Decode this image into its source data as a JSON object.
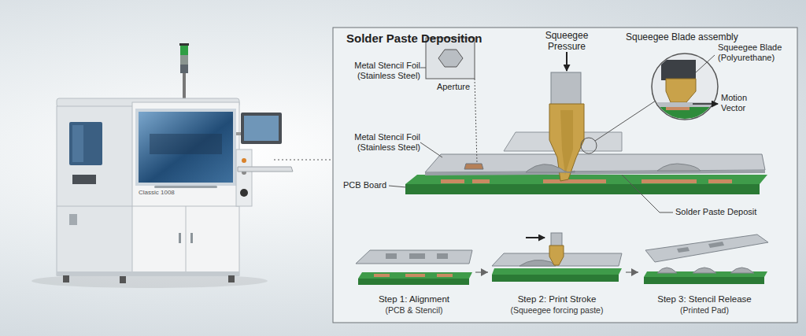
{
  "diagram": {
    "title": "Solder Paste Deposition",
    "nodes": [
      {
        "text": [
          "Step 1: Alignment",
          "(PCB & Stencil)"
        ]
      },
      {
        "text": [
          "Step 2: Print Stroke",
          "(Squeegee forcing paste)"
        ]
      },
      {
        "text": [
          "Step 3: Stencil Release",
          "(Printed Pad)"
        ]
      }
    ],
    "edges": [
      {
        "from": 0,
        "to": 1,
        "arrow": "to"
      },
      {
        "from": 1,
        "to": 2,
        "arrow": "to"
      }
    ],
    "labels": [
      "Classic 1008",
      "Metal Stencil Foil (Stainless Steel)",
      "Aperture",
      "Squeegee Pressure",
      "Squeegee Blade assembly",
      "Squeegee Blade (Polyurethane)",
      "Motion Vector",
      "Metal Stencil Foil (Stainless Steel)",
      "PCB Board",
      "Solder Paste Deposit"
    ]
  }
}
